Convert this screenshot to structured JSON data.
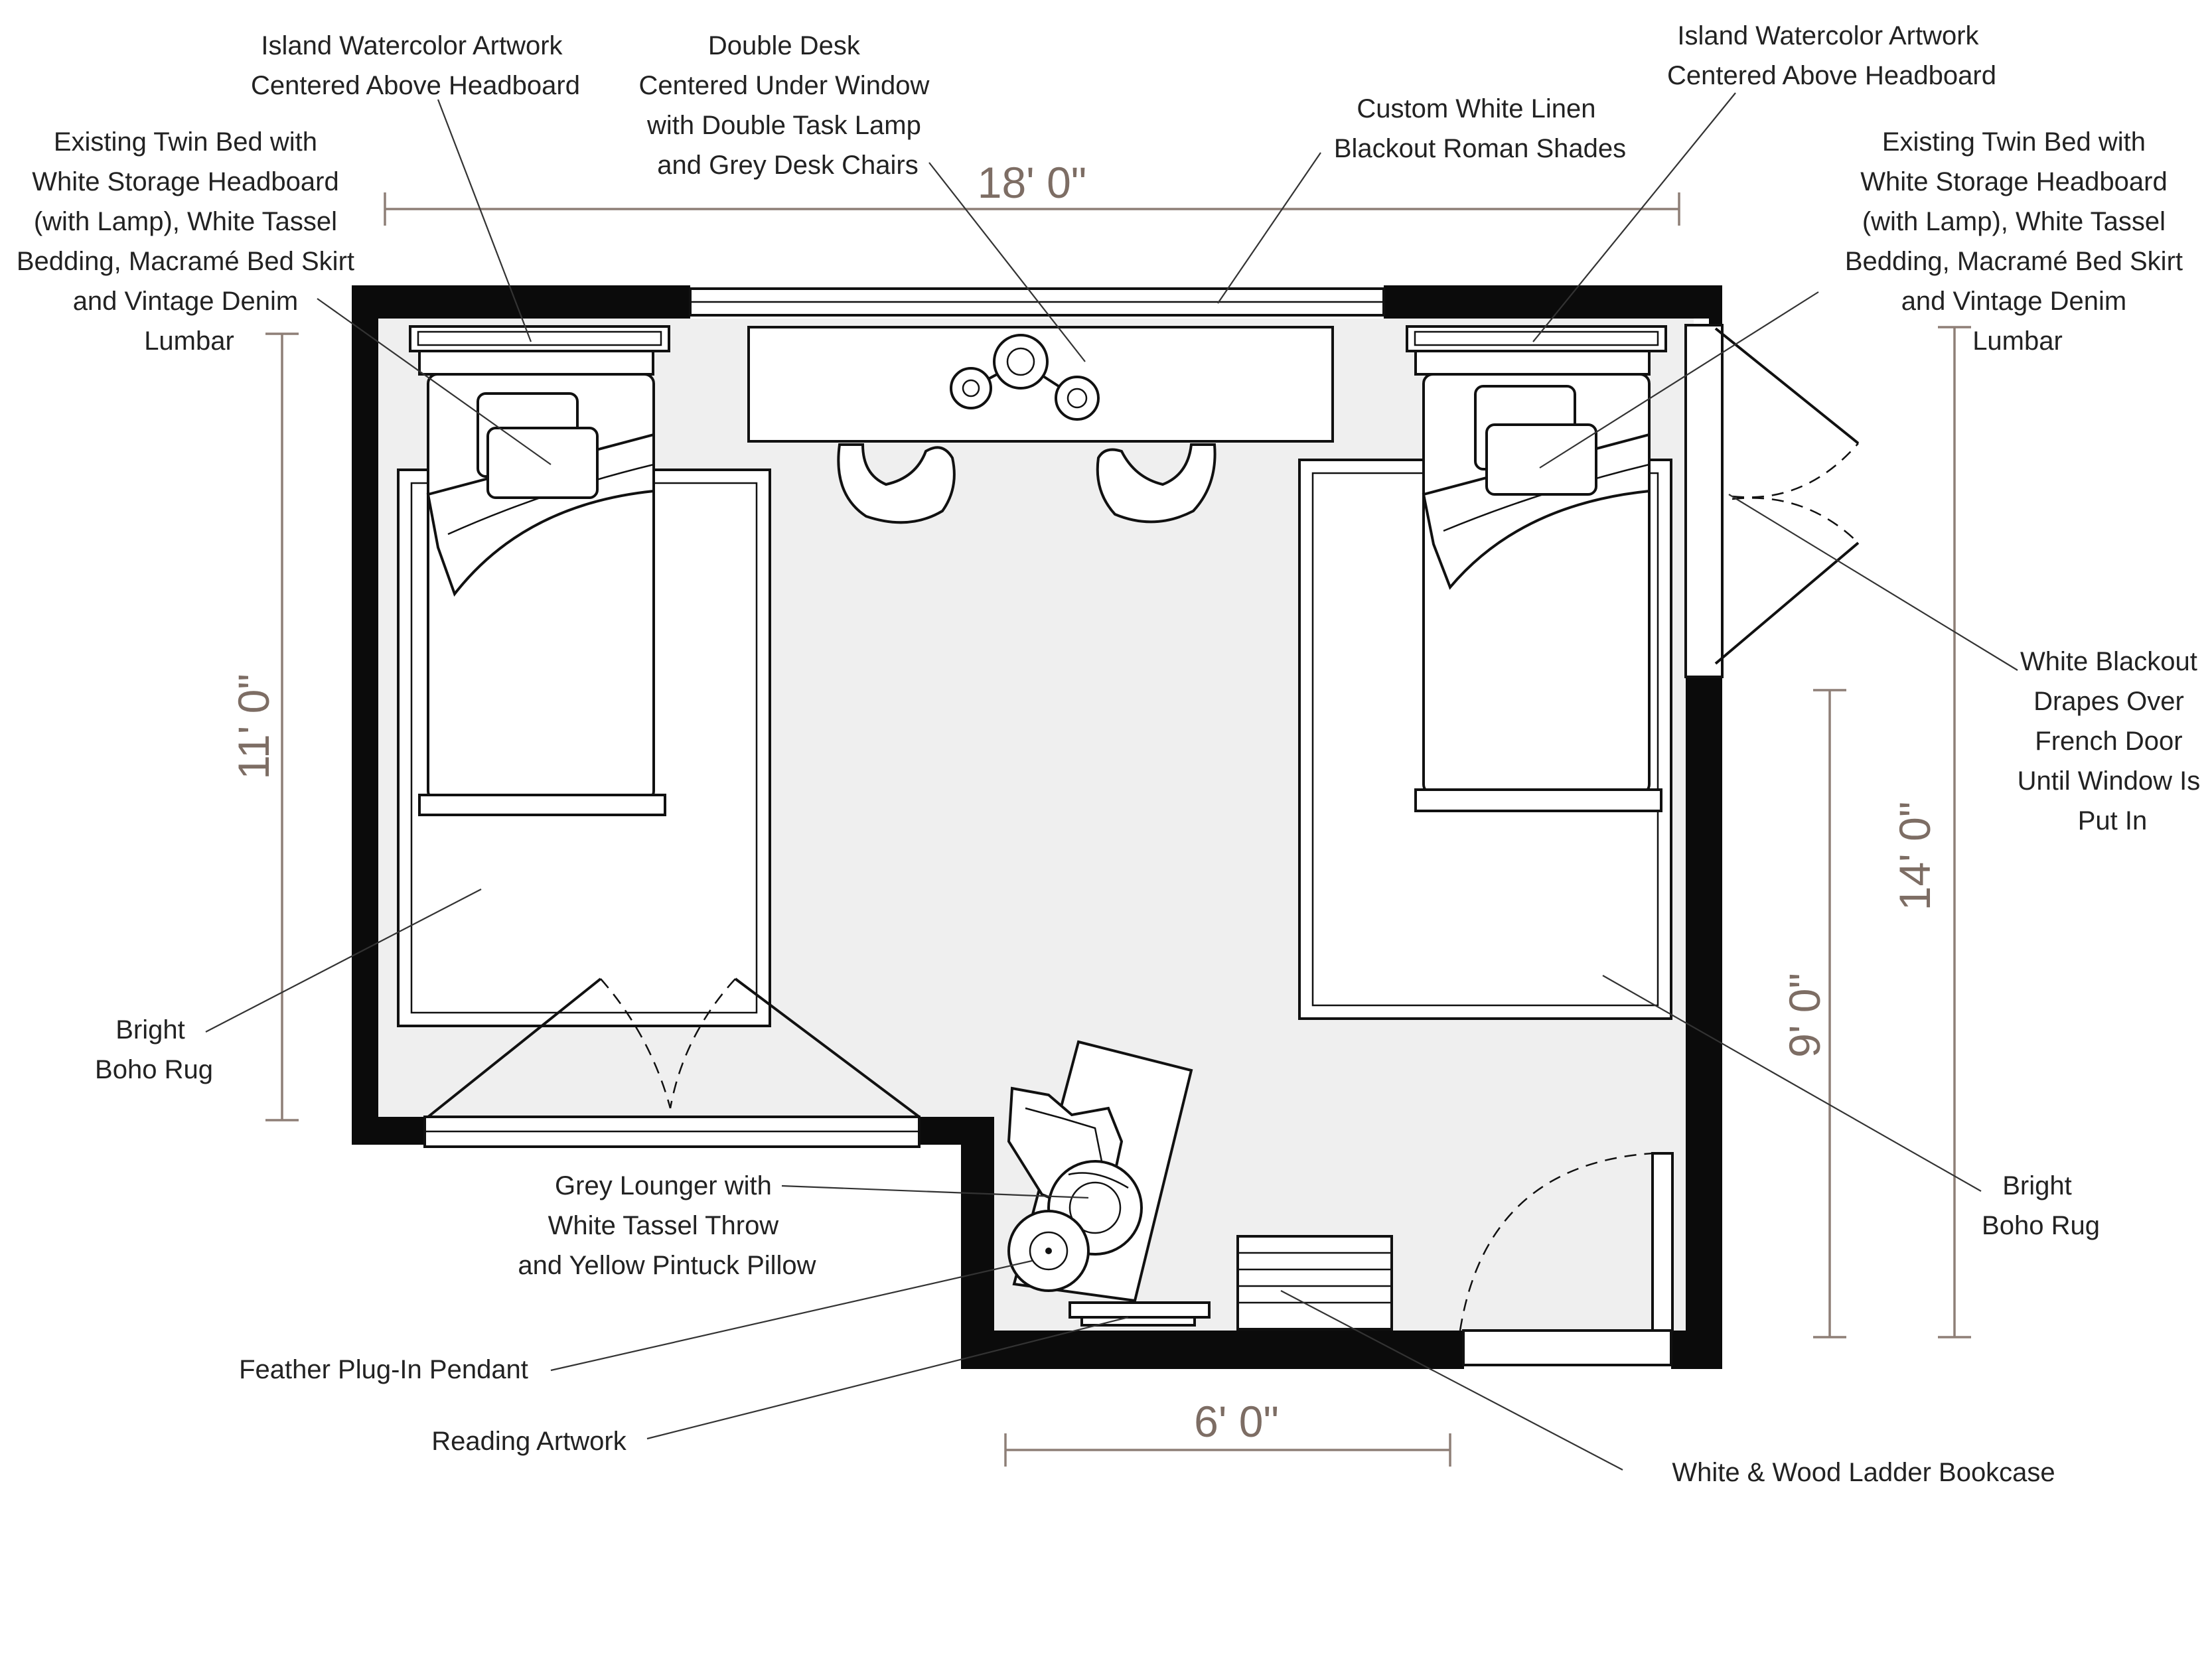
{
  "plan": {
    "colors": {
      "wall": "#0b0b0b",
      "floor": "#efefef",
      "dimension": "#8e7f77",
      "label": "#222222"
    },
    "dimensions": {
      "top_width": "18' 0\"",
      "bottom_width": "6' 0\"",
      "left_height": "11' 0\"",
      "right_height": "14' 0\"",
      "right_inner_height": "9' 0\""
    },
    "labels": {
      "artwork_left": [
        "Island Watercolor Artwork",
        "Centered Above Headboard"
      ],
      "desk": [
        "Double Desk",
        "Centered Under Window",
        "with Double Task Lamp",
        "and Grey Desk Chairs"
      ],
      "shades": [
        "Custom White Linen",
        "Blackout Roman Shades"
      ],
      "artwork_right": [
        "Island Watercolor Artwork",
        "Centered Above Headboard"
      ],
      "bed_left": [
        "Existing Twin Bed with",
        "White Storage Headboard",
        "(with Lamp), White Tassel",
        "Bedding, Macramé Bed Skirt",
        "and Vintage Denim",
        "Lumbar"
      ],
      "bed_right": [
        "Existing Twin Bed with",
        "White Storage Headboard",
        "(with Lamp), White Tassel",
        "Bedding, Macramé Bed Skirt",
        "and Vintage Denim",
        "Lumbar"
      ],
      "drapes": [
        "White Blackout",
        "Drapes Over",
        "French Door",
        "Until Window Is",
        "Put In"
      ],
      "rug_left": [
        "Bright",
        "Boho Rug"
      ],
      "rug_right": [
        "Bright",
        "Boho Rug"
      ],
      "lounger": [
        "Grey Lounger with",
        "White Tassel Throw",
        "and Yellow Pintuck Pillow"
      ],
      "pendant": "Feather Plug-In Pendant",
      "reading_art": "Reading Artwork",
      "bookcase": "White & Wood Ladder Bookcase"
    }
  }
}
